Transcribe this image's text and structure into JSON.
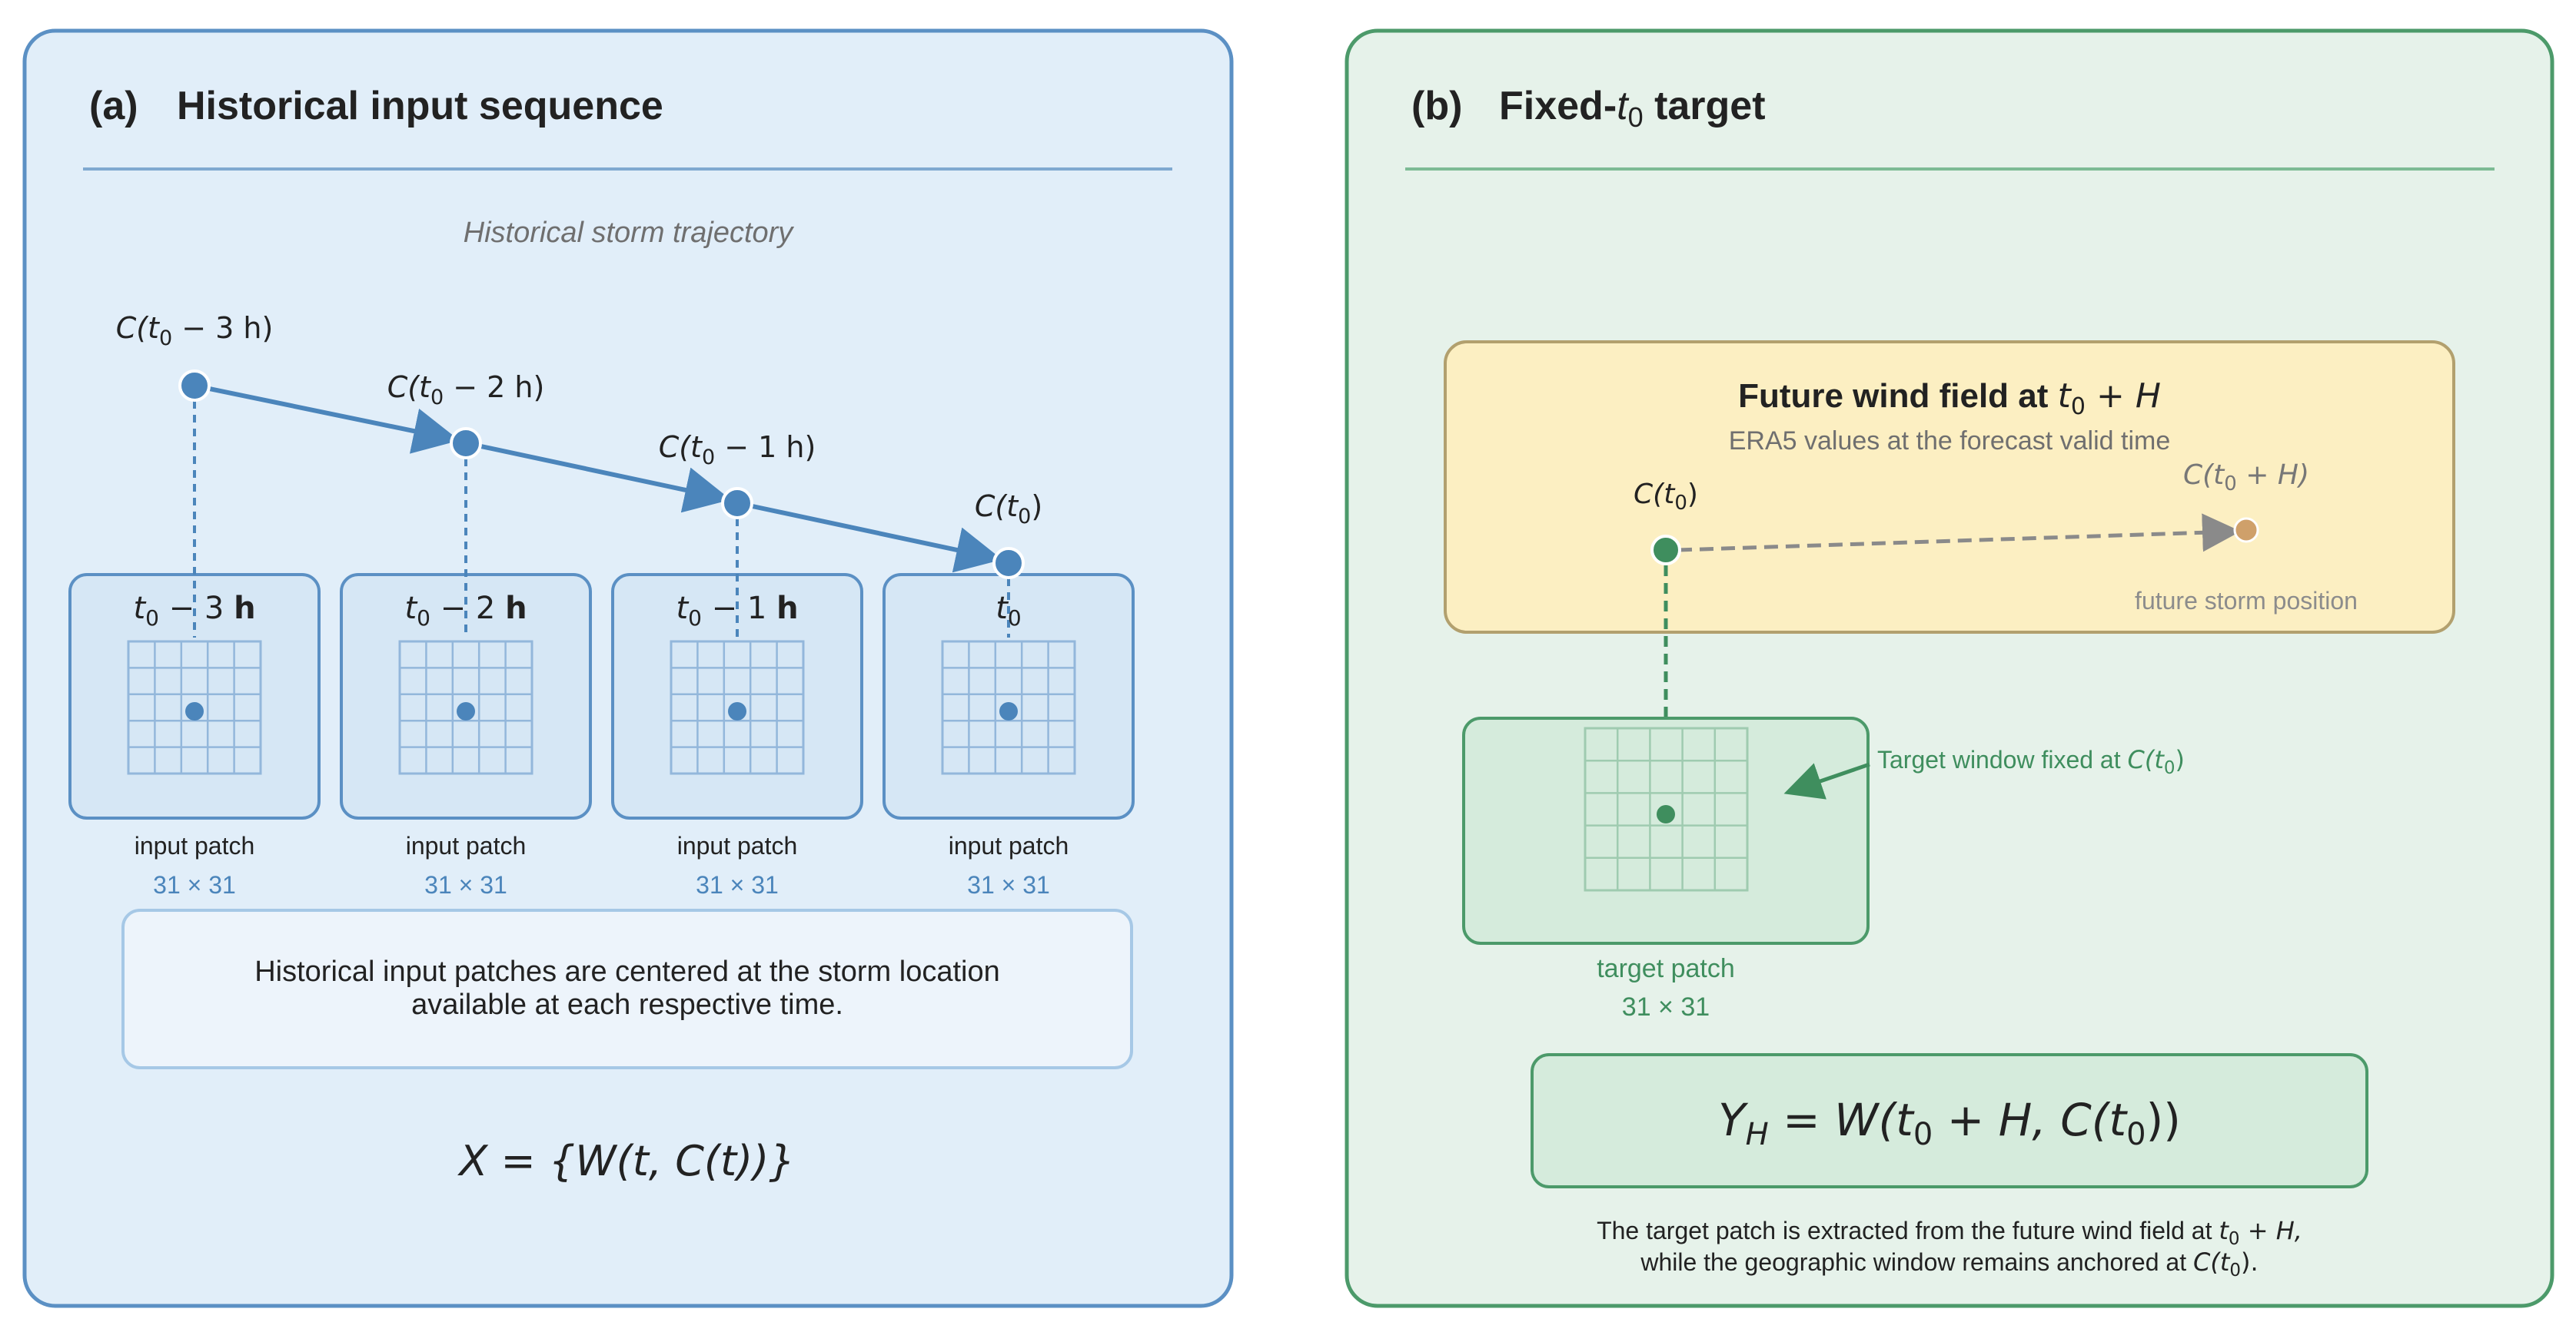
{
  "colors": {
    "panel_a_bg": "#e1eef9",
    "panel_a_border": "#5b90c4",
    "panel_a_accent": "#4b85bb",
    "patch_bg": "#d6e7f5",
    "note_bg": "#edf4fb",
    "panel_b_bg": "#e6f2ea",
    "panel_b_border": "#4c9a6a",
    "panel_b_accent": "#3f8e5e",
    "future_bg": "#fcefc2",
    "future_border": "#b2a06e",
    "future_dot": "#cfa06a",
    "text_dark": "#222222",
    "text_grey": "#6f6f6f"
  },
  "panel_a": {
    "letter": "(a)",
    "title": "Historical input sequence",
    "trajectory_caption": "Historical storm trajectory",
    "points": [
      {
        "label_fn": "C(",
        "label_tail": " − 3 h)",
        "patch_time_tail": " − 3 ",
        "patch_time_unit": "h"
      },
      {
        "label_fn": "C(",
        "label_tail": " − 2 h)",
        "patch_time_tail": " − 2 ",
        "patch_time_unit": "h"
      },
      {
        "label_fn": "C(",
        "label_tail": " − 1 h)",
        "patch_time_tail": " − 1 ",
        "patch_time_unit": "h"
      },
      {
        "label_fn": "C(",
        "label_tail": ")",
        "patch_time_tail": "",
        "patch_time_unit": ""
      }
    ],
    "t_symbol": "t",
    "t_sub": "0",
    "patch_label": "input patch",
    "patch_size": "31 × 31",
    "note_line1": "Historical input patches are centered at the storm location",
    "note_line2": "available at each respective time.",
    "formula": "X = {W(t, C(t))}"
  },
  "panel_b": {
    "letter": "(b)",
    "title_prefix": "Fixed-",
    "title_var": "t",
    "title_sub": "0",
    "title_suffix": " target",
    "future_title": "Future wind field at ",
    "future_title_var": "t",
    "future_title_sub": "0",
    "future_title_tail": " + H",
    "future_subtitle": "ERA5 values at the forecast valid time",
    "current_label_fn": "C(",
    "current_label_tail": ")",
    "future_label_fn": "C(",
    "future_label_tail": " + H)",
    "future_position_label": "future storm position",
    "target_window_label": "Target window fixed at ",
    "target_window_fn": "C(",
    "target_window_tail": ")",
    "patch_label": "target patch",
    "patch_size": "31 × 31",
    "formula_lhs": "Y",
    "formula_lhs_sub": "H",
    "formula_rhs": " = W(",
    "formula_t": "t",
    "formula_sub": "0",
    "formula_mid": " + H, C(",
    "formula_t2": "t",
    "formula_sub2": "0",
    "formula_end": "))",
    "caption_line1": "The target patch is extracted from the future wind field at ",
    "caption_line1_var": "t",
    "caption_line1_sub": "0",
    "caption_line1_tail": " + H,",
    "caption_line2": "while the geographic window remains anchored at ",
    "caption_line2_fn": "C(",
    "caption_line2_var": "t",
    "caption_line2_sub": "0",
    "caption_line2_tail": ")."
  }
}
